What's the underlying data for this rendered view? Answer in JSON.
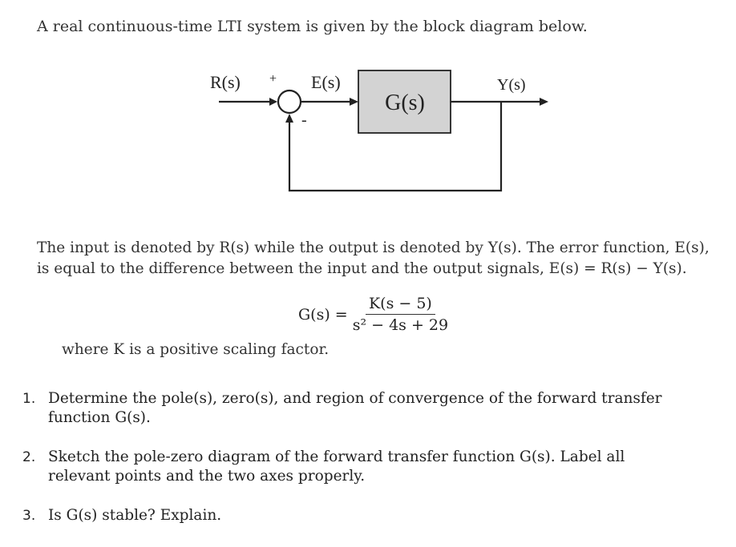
{
  "intro": "A real continuous-time LTI system is given by the block diagram below.",
  "diagram": {
    "input_label": "R(s)",
    "plus_sign": "+",
    "error_label": "E(s)",
    "block_label": "G(s)",
    "output_label": "Y(s)",
    "minus_sign": "-"
  },
  "paragraph": {
    "line1": "The input is denoted by R(s) while the output is denoted by Y(s). The error function, E(s),",
    "line2": "is equal to the difference between the input and the output signals, E(s) = R(s) − Y(s)."
  },
  "equation": {
    "lhs": "G(s) =",
    "numerator": "K(s − 5)",
    "denominator": "s² − 4s + 29"
  },
  "where_text": "where K is a positive scaling factor.",
  "questions": [
    {
      "number": "1.",
      "text": "Determine the pole(s), zero(s), and region of convergence of the forward transfer function G(s)."
    },
    {
      "number": "2.",
      "text": "Sketch the pole-zero diagram of the forward transfer function G(s). Label all relevant points and the two axes properly."
    },
    {
      "number": "3.",
      "text": "Is G(s) stable? Explain."
    }
  ]
}
